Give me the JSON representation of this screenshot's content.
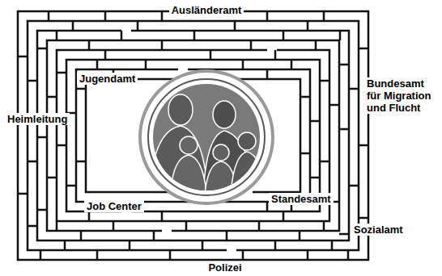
{
  "diagram": {
    "labels": [
      "Ausländeramt",
      "Jugendamt",
      "Bundesamt für Migration und Flucht",
      "Heimleitung",
      "Standesamt",
      "Job Center",
      "Sozialamt",
      "Polizei"
    ]
  }
}
